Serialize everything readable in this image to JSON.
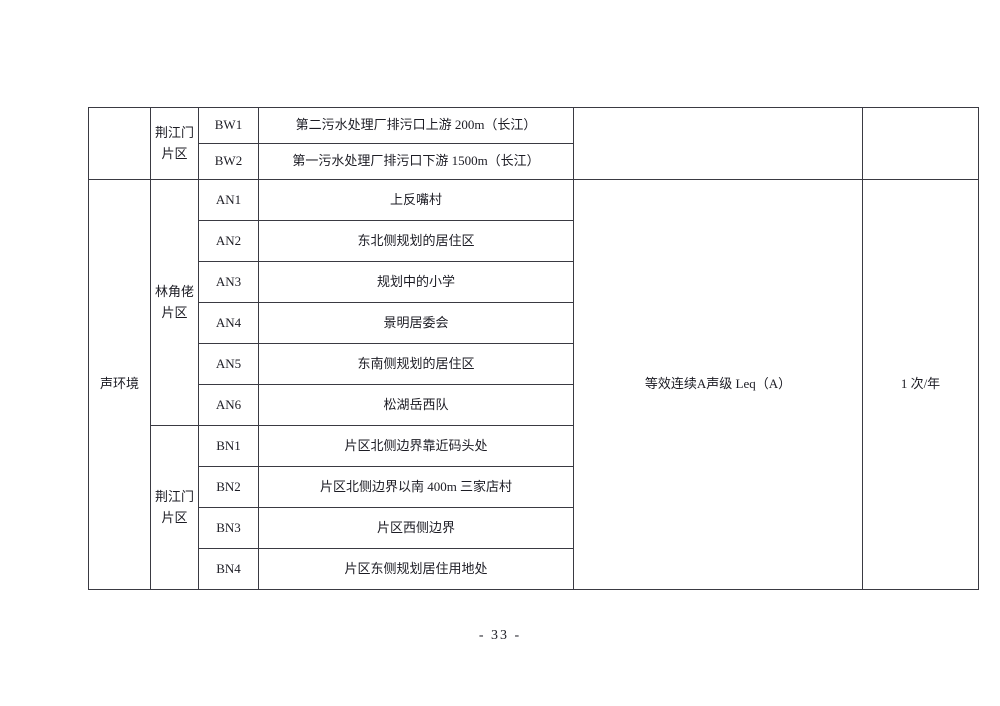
{
  "colors": {
    "page_background": "#ffffff",
    "table_border": "#3a3a42",
    "text": "#1c1c24"
  },
  "page": {
    "number": "- 33 -"
  },
  "table": {
    "top_section": {
      "category": "",
      "district": "荆江门片区",
      "rows": [
        {
          "code": "BW1",
          "desc": "第二污水处理厂排污口上游 200m（长江）"
        },
        {
          "code": "BW2",
          "desc": "第一污水处理厂排污口下游 1500m（长江）"
        }
      ],
      "metric": "",
      "frequency": ""
    },
    "noise_section": {
      "category": "声环境",
      "groups": [
        {
          "district": "林角佬片区",
          "rows": [
            {
              "code": "AN1",
              "desc": "上反嘴村"
            },
            {
              "code": "AN2",
              "desc": "东北侧规划的居住区"
            },
            {
              "code": "AN3",
              "desc": "规划中的小学"
            },
            {
              "code": "AN4",
              "desc": "景明居委会"
            },
            {
              "code": "AN5",
              "desc": "东南侧规划的居住区"
            },
            {
              "code": "AN6",
              "desc": "松湖岳西队"
            }
          ]
        },
        {
          "district": "荆江门片区",
          "rows": [
            {
              "code": "BN1",
              "desc": "片区北侧边界靠近码头处"
            },
            {
              "code": "BN2",
              "desc": "片区北侧边界以南 400m 三家店村"
            },
            {
              "code": "BN3",
              "desc": "片区西侧边界"
            },
            {
              "code": "BN4",
              "desc": "片区东侧规划居住用地处"
            }
          ]
        }
      ],
      "metric": "等效连续A声级 Leq（A）",
      "frequency": "1 次/年"
    }
  }
}
